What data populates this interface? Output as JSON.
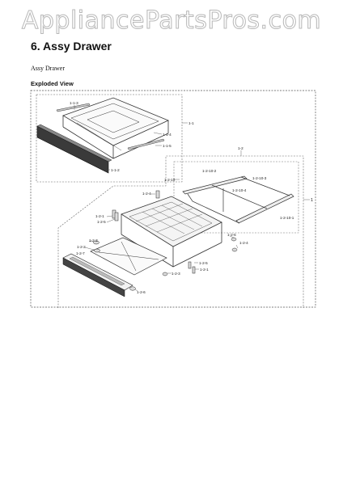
{
  "watermark": "AppliancePartsPros.com",
  "section_title": "6.  Assy Drawer",
  "subtitle": "Assy Drawer",
  "view_title": "Exploded View",
  "callouts": {
    "c1_1": "1-1",
    "c1_1_2": "1-1-2",
    "c1_1_3": "1-1-3",
    "c1_1_4": "1-1-4",
    "c1_1_5": "1-1-5",
    "c1": "1",
    "c1_2": "1-2",
    "c1_2_10": "1-2-10",
    "c1_2_10_2": "1-2-10-2",
    "c1_2_10_3": "1-2-10-3",
    "c1_2_10_4": "1-2-10-4",
    "c1_2_10_1": "1-2-10-1",
    "c1_2_4a": "1-2-4",
    "c1_2_4b": "1-2-4",
    "c1_2_1a": "1-2-1",
    "c1_2_5a": "1-2-5",
    "c1_2_3a": "1-2-3",
    "c1_2_2": "1-2-2",
    "c1_2_7": "1-2-7",
    "c1_2_6a": "1-2-6",
    "c1_2_5b": "1-2-5",
    "c1_2_1b": "1-2-1",
    "c1_2_3b": "1-2-3",
    "c1_2_6b": "1-2-6"
  }
}
